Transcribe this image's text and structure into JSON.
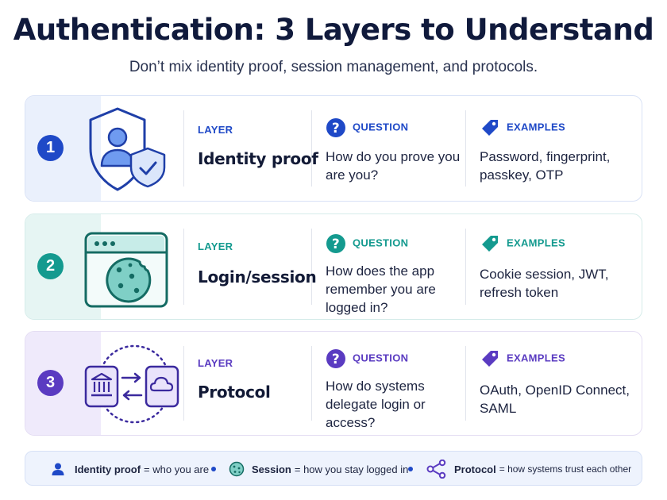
{
  "header": {
    "title": "Authentication: 3 Layers to Understand",
    "subtitle": "Don’t mix identity proof, session management, and protocols."
  },
  "column_labels": {
    "layer": "LAYER",
    "question": "QUESTION",
    "examples": "EXAMPLES"
  },
  "layers": [
    {
      "number": "1",
      "name": "Identity proof",
      "question": "How do you prove you are you?",
      "examples": "Password, fingerprint, passkey, OTP",
      "icon": "shield-user-icon",
      "color": "#1f49c7"
    },
    {
      "number": "2",
      "name": "Login/session",
      "question": "How does the app remember you are logged in?",
      "examples": "Cookie session, JWT, refresh token",
      "icon": "browser-cookie-icon",
      "color": "#149a8f"
    },
    {
      "number": "3",
      "name": "Protocol",
      "question": "How do systems delegate login or access?",
      "examples": "OAuth, OpenID Connect, SAML",
      "icon": "bank-cloud-exchange-icon",
      "color": "#5a3bc1"
    }
  ],
  "legend": [
    {
      "term": "Identity proof",
      "definition": "= who you are",
      "icon": "user-icon"
    },
    {
      "term": "Session",
      "definition": "= how you stay logged in",
      "icon": "cookie-icon"
    },
    {
      "term": "Protocol",
      "definition": "= how systems trust each other",
      "icon": "share-nodes-icon"
    }
  ]
}
